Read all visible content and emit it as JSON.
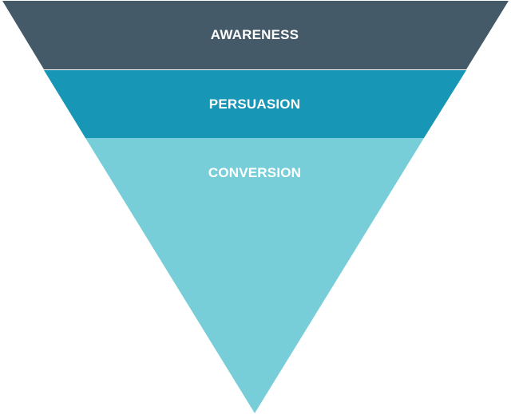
{
  "funnel": {
    "stages": [
      {
        "label": "AWARENESS",
        "color": "#455a68"
      },
      {
        "label": "PERSUASION",
        "color": "#1796b5"
      },
      {
        "label": "CONVERSION",
        "color": "#77ced8"
      }
    ]
  }
}
